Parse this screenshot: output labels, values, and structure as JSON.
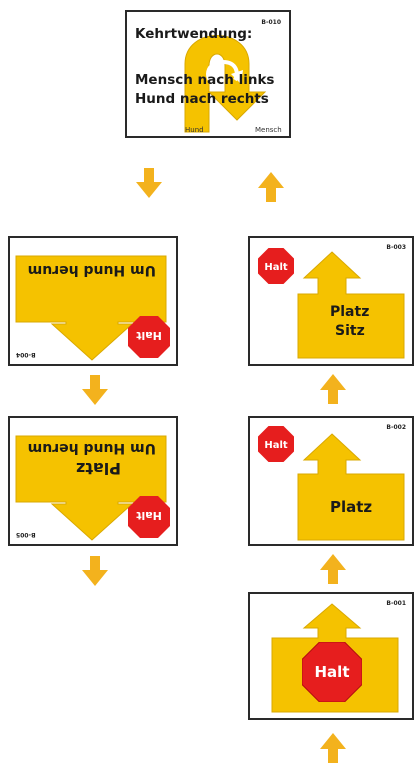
{
  "colors": {
    "sign_yellow": "#f5c200",
    "arrow_orange": "#f3b21d",
    "stop_red": "#e61e1e",
    "border": "#2a2a2a"
  },
  "cards": {
    "kehrtwendung": {
      "code": "B-010",
      "title": "Kehrtwendung:",
      "line1": "Mensch nach links",
      "line2": "Hund nach rechts",
      "footer_left": "Hund",
      "footer_right": "Mensch"
    },
    "b004": {
      "code": "B-004",
      "text": "Um Hund herum",
      "stop": "Halt"
    },
    "b005": {
      "code": "B-005",
      "line1": "Um Hund herum",
      "line2": "Platz",
      "stop": "Halt"
    },
    "b003": {
      "code": "B-003",
      "line1": "Platz",
      "line2": "Sitz",
      "stop": "Halt"
    },
    "b002": {
      "code": "B-002",
      "text": "Platz",
      "stop": "Halt"
    },
    "b001": {
      "code": "B-001",
      "stop": "Halt"
    }
  },
  "flow_arrows": [
    {
      "name": "arrow-down-icon",
      "direction": "down"
    },
    {
      "name": "arrow-up-icon",
      "direction": "up"
    },
    {
      "name": "arrow-down-icon",
      "direction": "down"
    },
    {
      "name": "arrow-down-icon",
      "direction": "down"
    },
    {
      "name": "arrow-up-icon",
      "direction": "up"
    },
    {
      "name": "arrow-up-icon",
      "direction": "up"
    },
    {
      "name": "arrow-up-icon",
      "direction": "up"
    }
  ]
}
